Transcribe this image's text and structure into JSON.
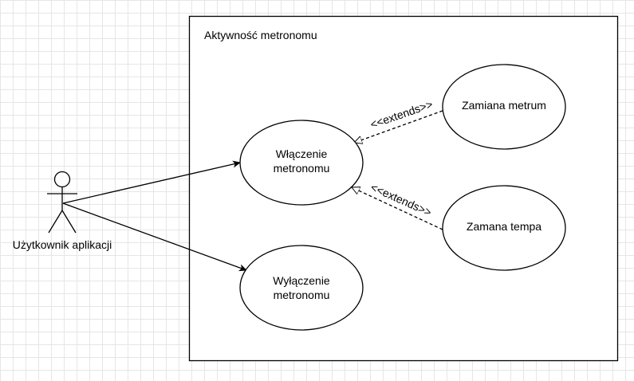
{
  "system_boundary": {
    "title": "Aktywność metronomu"
  },
  "actor": {
    "label": "Użytkownik aplikacji"
  },
  "use_cases": {
    "enable": {
      "line1": "Włączenie",
      "line2": "metronomu"
    },
    "disable": {
      "line1": "Wyłączenie",
      "line2": "metronomu"
    },
    "change_meter": {
      "label": "Zamiana metrum"
    },
    "change_tempo": {
      "label": "Zamana tempa"
    }
  },
  "relations": {
    "extends_meter": "<<extends>>",
    "extends_tempo": "<<extends>>"
  },
  "colors": {
    "stroke": "#000000",
    "fill": "#ffffff",
    "grid": "#e6e6e6"
  }
}
